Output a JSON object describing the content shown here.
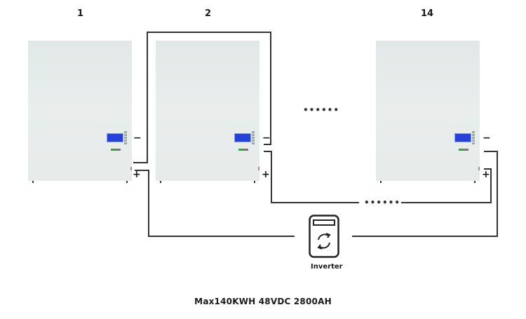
{
  "batteries": [
    {
      "label": "1",
      "neg": "−",
      "pos": "+"
    },
    {
      "label": "2",
      "neg": "−",
      "pos": "+"
    },
    {
      "label": "14",
      "neg": "−",
      "pos": "+"
    }
  ],
  "ellipsis_between_batteries": "••••••",
  "ellipsis_bus": "••••••",
  "inverter": {
    "label": "Inverter",
    "icon": "refresh-cycle-icon"
  },
  "caption": "Max140KWH 48VDC 2800AH",
  "colors": {
    "wire": "#333333",
    "battery_body": "#e6ebea",
    "lcd": "#2741d8"
  }
}
